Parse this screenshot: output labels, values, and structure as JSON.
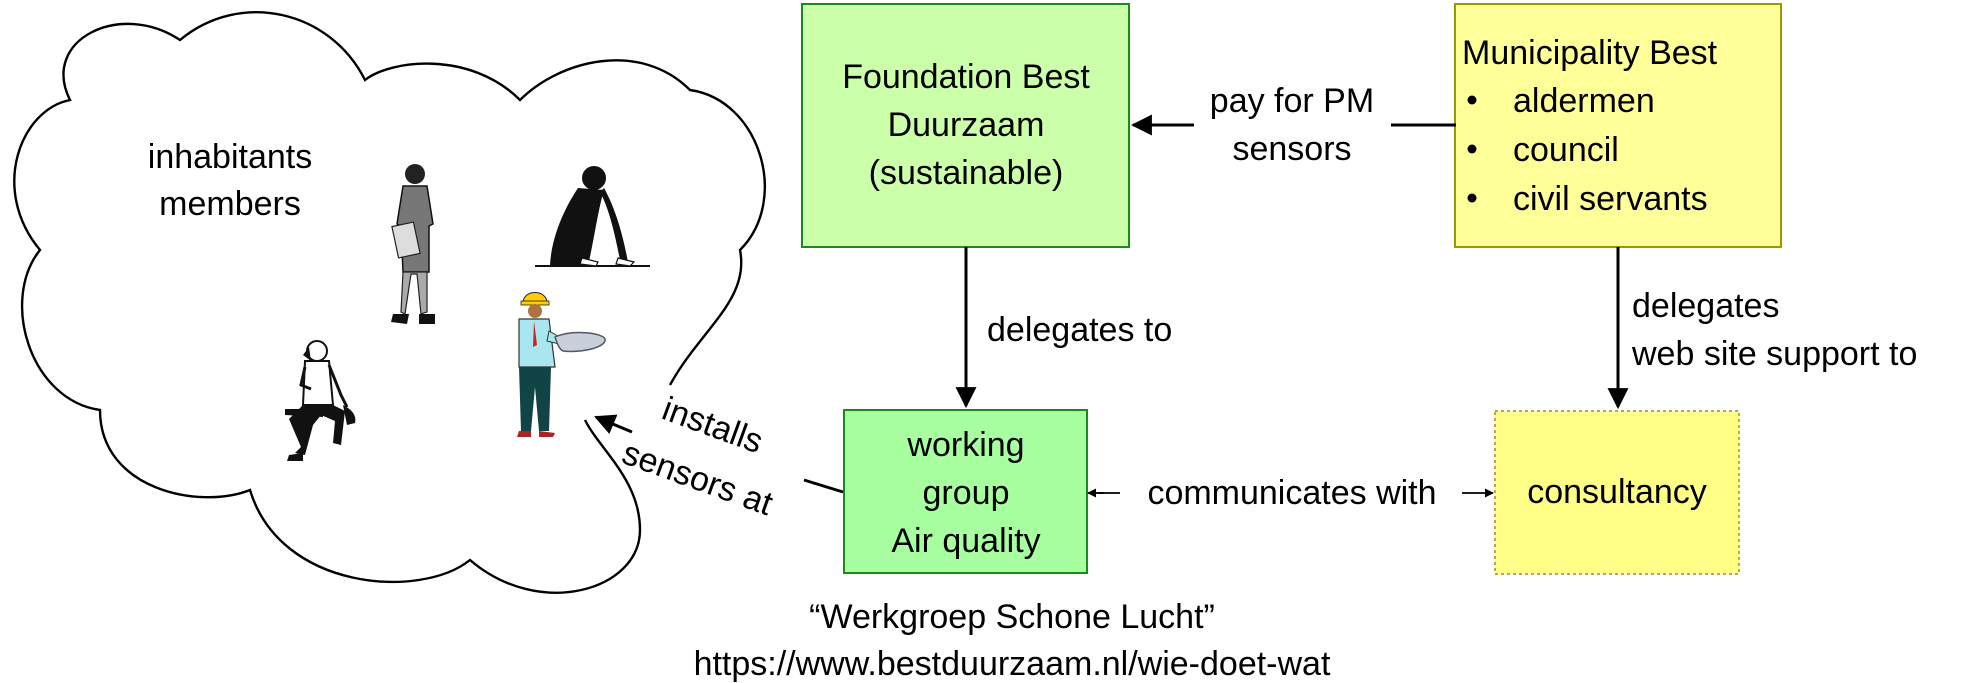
{
  "cloud": {
    "label_line1": "inhabitants",
    "label_line2": "members"
  },
  "foundation": {
    "line1": "Foundation Best",
    "line2": "Duurzaam",
    "line3": "(sustainable)",
    "fill": "#ccffaa",
    "border": "#1a8a1a"
  },
  "municipality": {
    "title": "Municipality Best",
    "items": [
      "aldermen",
      "council",
      "civil servants"
    ],
    "fill": "#ffff99",
    "border": "#999900"
  },
  "working_group": {
    "line1": "working",
    "line2": "group",
    "line3": "Air quality",
    "fill": "#a8ffa0",
    "border": "#1a8a1a"
  },
  "consultancy": {
    "label": "consultancy",
    "fill": "#ffff88",
    "border": "#bbaa44"
  },
  "arrows": {
    "pay_line1": "pay for PM",
    "pay_line2": "sensors",
    "delegates_to": "delegates to",
    "delegates_line1": "delegates",
    "delegates_line2": "web site support to",
    "communicates": "communicates with",
    "installs_line1": "installs",
    "installs_line2": "sensors at"
  },
  "caption": {
    "line1": "“Werkgroep Schone Lucht”",
    "line2": "https://www.bestduurzaam.nl/wie-doet-wat"
  },
  "people_icons": [
    "standing-man-icon",
    "leaning-man-icon",
    "sitting-man-phone-icon",
    "hardhat-worker-icon"
  ]
}
